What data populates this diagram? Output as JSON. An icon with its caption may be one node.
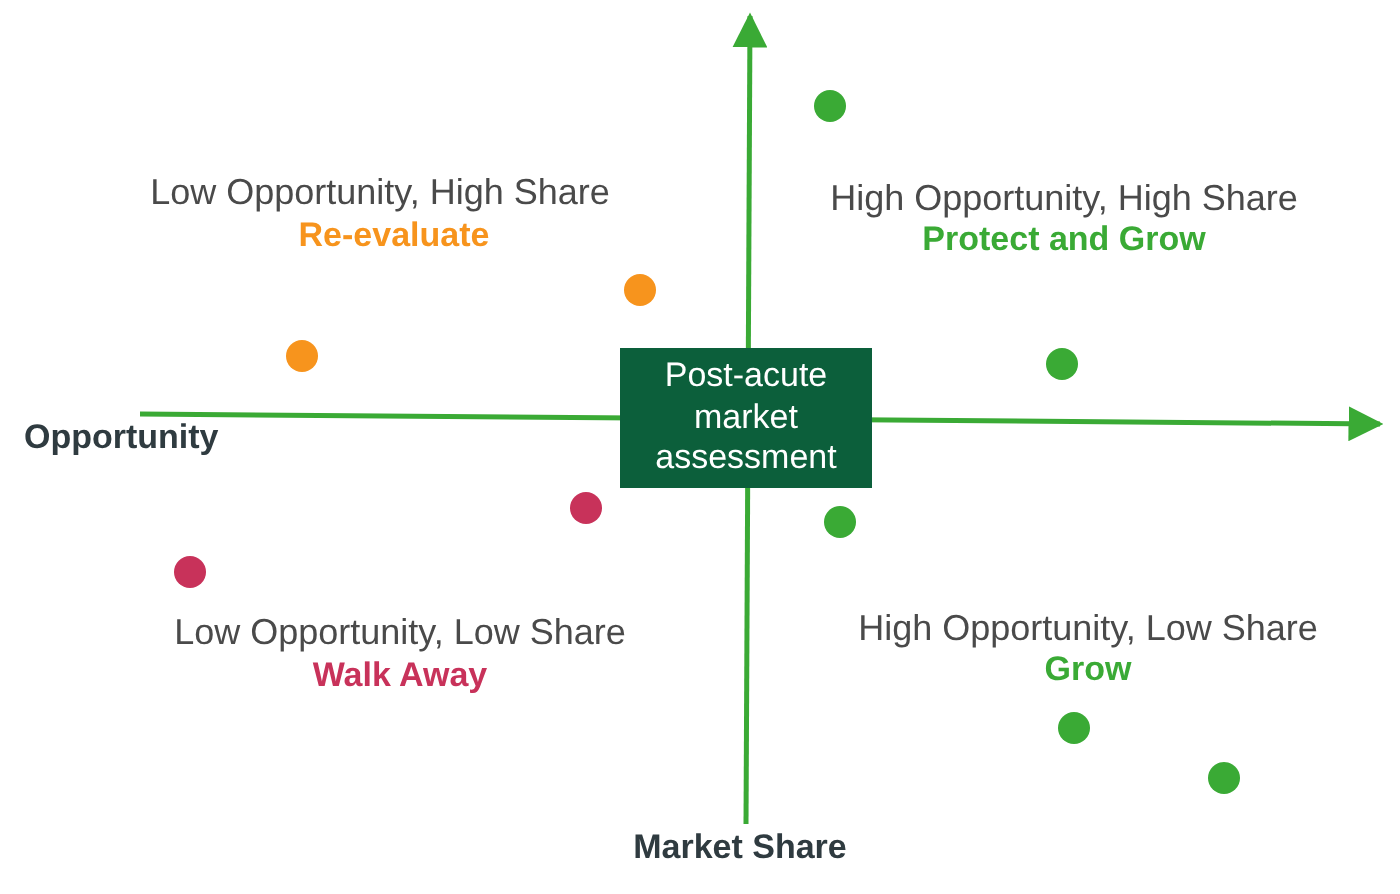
{
  "diagram": {
    "nodes": [
      {
        "text": [
          "Post-acute market assessment"
        ]
      }
    ],
    "labels": [
      "Low Opportunity, High Share",
      "Re-evaluate",
      "High Opportunity, High Share",
      "Protect and Grow",
      "Opportunity",
      "Low Opportunity, Low Share",
      "Walk Away",
      "High Opportunity, Low Share",
      "Grow",
      "Market Share"
    ]
  }
}
